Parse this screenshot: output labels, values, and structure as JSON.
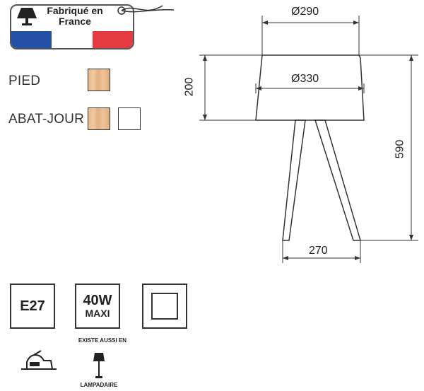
{
  "badge": {
    "line1": "Fabriqué en",
    "line2": "France",
    "colors": [
      "#2451a6",
      "#ffffff",
      "#e53a3f"
    ]
  },
  "finishes": [
    {
      "label": "PIED",
      "swatches": [
        "wood"
      ]
    },
    {
      "label": "ABAT-JOUR",
      "swatches": [
        "wood",
        "white"
      ]
    }
  ],
  "dimensions": {
    "top_diameter": "Ø290",
    "bottom_diameter": "Ø330",
    "shade_height": "200",
    "total_height": "590",
    "base_width": "270"
  },
  "specs": {
    "socket": "E27",
    "wattage_line1": "40W",
    "wattage_line2": "MAXI",
    "also_exists": "EXISTE AUSSI EN",
    "variant": "LAMPADAIRE"
  }
}
